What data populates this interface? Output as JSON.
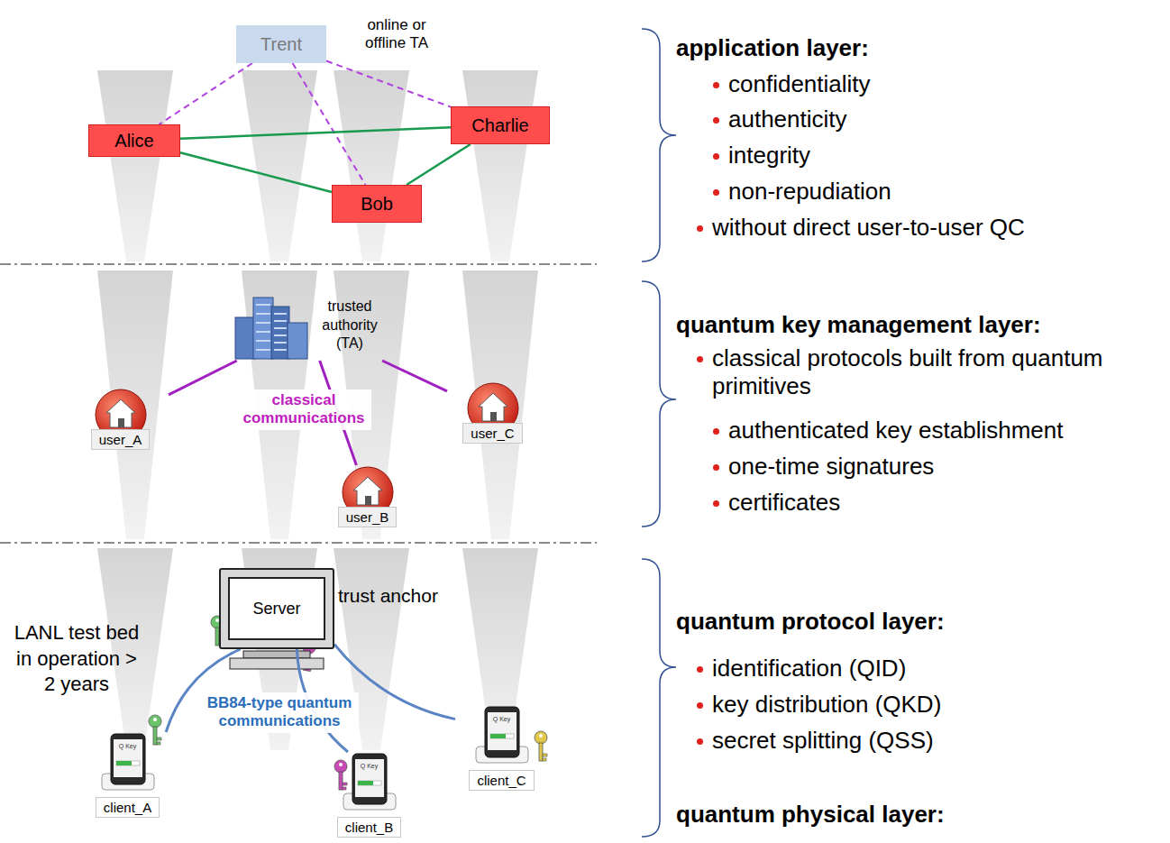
{
  "diagram": {
    "nodes": [
      {
        "text": [
          "Trent"
        ]
      },
      {
        "text": [
          "Alice"
        ]
      },
      {
        "text": [
          "Charlie"
        ]
      },
      {
        "text": [
          "Bob"
        ]
      },
      {
        "text": [
          "trusted authority (TA)"
        ]
      },
      {
        "text": [
          "user_A"
        ]
      },
      {
        "text": [
          "user_C"
        ]
      },
      {
        "text": [
          "user_B"
        ]
      },
      {
        "text": [
          "Server"
        ]
      },
      {
        "text": [
          "client_A"
        ]
      },
      {
        "text": [
          "client_C"
        ]
      },
      {
        "text": [
          "client_B"
        ]
      }
    ],
    "edges": [
      {
        "from": 0,
        "to": 1,
        "arrow": "none"
      },
      {
        "from": 0,
        "to": 3,
        "arrow": "none"
      },
      {
        "from": 0,
        "to": 2,
        "arrow": "none"
      },
      {
        "from": 1,
        "to": 2,
        "arrow": "none"
      },
      {
        "from": 1,
        "to": 3,
        "arrow": "none"
      },
      {
        "from": 3,
        "to": 2,
        "arrow": "none"
      },
      {
        "from": 4,
        "to": 5,
        "arrow": "none"
      },
      {
        "from": 4,
        "to": 7,
        "arrow": "none"
      },
      {
        "from": 4,
        "to": 6,
        "arrow": "none"
      },
      {
        "from": 8,
        "to": 9,
        "arrow": "none"
      },
      {
        "from": 8,
        "to": 11,
        "arrow": "none"
      },
      {
        "from": 8,
        "to": 10,
        "arrow": "none"
      }
    ],
    "labels": [
      "online or offline TA",
      "classical communications",
      "trust anchor",
      "LANL test bed in operation > 2 years",
      "BB84-type quantum communications",
      "Q Key",
      "Q Key",
      "Q Key",
      "application layer:",
      "confidentiality",
      "authenticity",
      "integrity",
      "non-repudiation",
      "without direct user-to-user QC",
      "quantum key management layer:",
      "classical protocols built from quantum primitives",
      "authenticated key establishment",
      "one-time signatures",
      "certificates",
      "quantum protocol layer:",
      "identification (QID)",
      "key distribution (QKD)",
      "secret splitting (QSS)",
      "quantum physical layer:"
    ]
  }
}
